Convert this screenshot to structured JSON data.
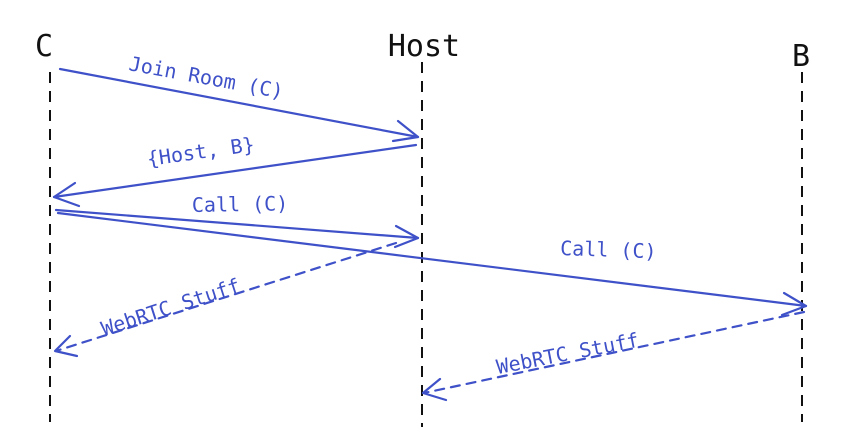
{
  "participants": {
    "c": "C",
    "host": "Host",
    "b": "B"
  },
  "messages": {
    "join_room": "Join Room (C)",
    "host_reply": "{Host, B}",
    "call_host": "Call (C)",
    "call_b": "Call (C)",
    "webrtc_host_c": "WebRTC Stuff",
    "webrtc_b_host": "WebRTC Stuff"
  },
  "colors": {
    "ink": "#111111",
    "arrow": "#3f51c8",
    "background": "#ffffff"
  }
}
